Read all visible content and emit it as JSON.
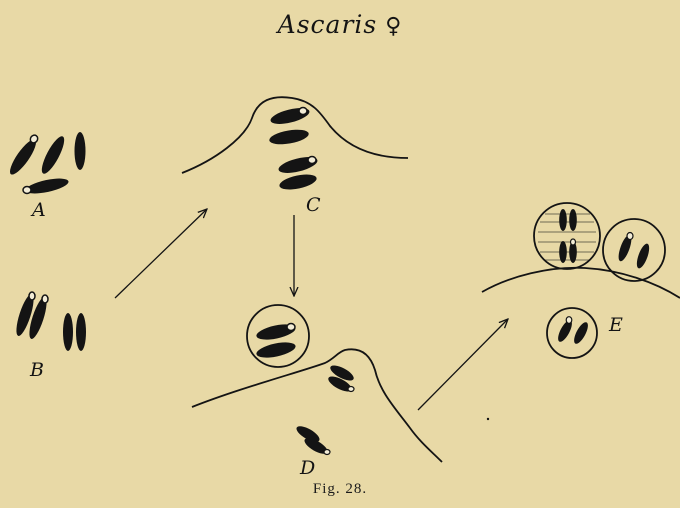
{
  "title": "Ascaris",
  "title_symbol": "♀",
  "caption": "Fig. 28.",
  "panels": [
    {
      "label": "A"
    },
    {
      "label": "B"
    },
    {
      "label": "C"
    },
    {
      "label": "D"
    },
    {
      "label": "E"
    }
  ],
  "colors": {
    "background": "#e8d9a6",
    "ink": "#141414"
  }
}
